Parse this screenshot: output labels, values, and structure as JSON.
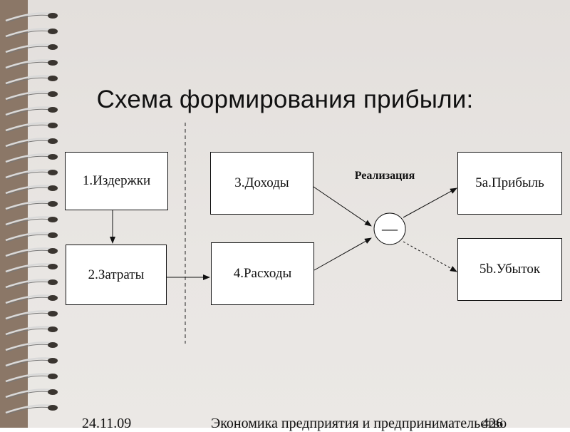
{
  "title": "Схема формирования прибыли:",
  "boxes": {
    "costs": "1.Издержки",
    "expenses": "2.Затраты",
    "income": "3.Доходы",
    "spending": "4.Расходы",
    "profit": "5a.Прибыль",
    "loss": "5b.Убыток"
  },
  "realization_label": "Реализация",
  "minus_symbol": "—",
  "footer": {
    "date": "24.11.09",
    "text": "Экономика предприятия и предпринимательство",
    "page": "426"
  },
  "colors": {
    "binding": "#8b7767",
    "paper": "#e7e4e1",
    "box_border": "#111111"
  }
}
